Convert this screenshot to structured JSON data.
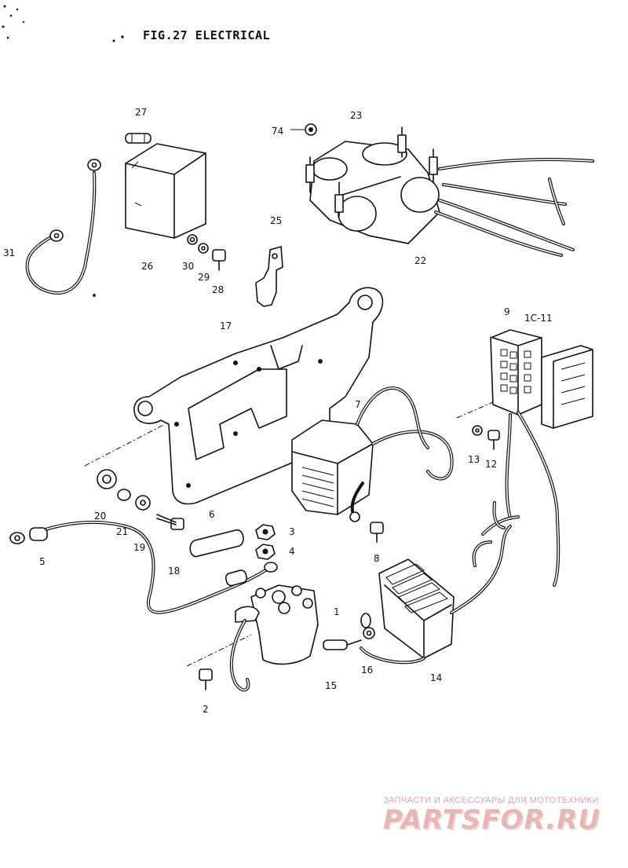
{
  "title": "FIG.27 ELECTRICAL",
  "callouts": [
    {
      "id": "c27",
      "text": "27"
    },
    {
      "id": "c74",
      "text": "74"
    },
    {
      "id": "c23",
      "text": "23"
    },
    {
      "id": "c31",
      "text": "31"
    },
    {
      "id": "c26",
      "text": "26"
    },
    {
      "id": "c30",
      "text": "30"
    },
    {
      "id": "c29",
      "text": "29"
    },
    {
      "id": "c28",
      "text": "28"
    },
    {
      "id": "c25",
      "text": "25"
    },
    {
      "id": "c22",
      "text": "22"
    },
    {
      "id": "c17",
      "text": "17"
    },
    {
      "id": "c9",
      "text": "9"
    },
    {
      "id": "c10-11",
      "text": "1C-11"
    },
    {
      "id": "c7",
      "text": "7"
    },
    {
      "id": "c13",
      "text": "13"
    },
    {
      "id": "c12",
      "text": "12"
    },
    {
      "id": "c20",
      "text": "20"
    },
    {
      "id": "c21",
      "text": "21"
    },
    {
      "id": "c19",
      "text": "19"
    },
    {
      "id": "c5",
      "text": "5"
    },
    {
      "id": "c6",
      "text": "6"
    },
    {
      "id": "c3",
      "text": "3"
    },
    {
      "id": "c4",
      "text": "4"
    },
    {
      "id": "c18",
      "text": "18"
    },
    {
      "id": "c8",
      "text": "8"
    },
    {
      "id": "c1",
      "text": "1"
    },
    {
      "id": "c16",
      "text": "16"
    },
    {
      "id": "c15",
      "text": "15"
    },
    {
      "id": "c14",
      "text": "14"
    },
    {
      "id": "c2",
      "text": "2"
    }
  ],
  "watermark": {
    "subtitle": "ЗАПЧАСТИ И АКСЕССУАРЫ ДЛЯ МОТОТЕХНИКИ",
    "logo": "PARTSFOR.RU",
    "subtitle_color": "#d9a3a3",
    "logo_color": "#e8b4b4"
  },
  "colors": {
    "ink": "#111111",
    "paper": "#ffffff"
  }
}
